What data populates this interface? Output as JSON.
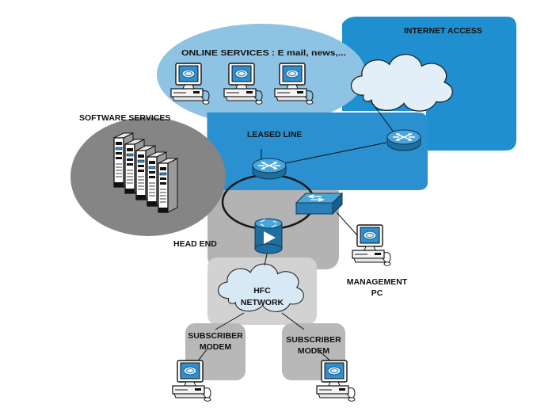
{
  "labels": {
    "internet_access": "INTERNET ACCESS",
    "online_services": "ONLINE SERVICES : E mail, news,...",
    "software_services": "SOFTWARE SERVICES",
    "leased_line": "LEASED LINE",
    "head_end": "HEAD END",
    "hfc_network_line1": "HFC",
    "hfc_network_line2": "NETWORK",
    "management_pc_line1": "MANAGEMENT",
    "management_pc_line2": "PC",
    "subscriber_modem_left_line1": "SUBSCRIBER",
    "subscriber_modem_left_line2": "MODEM",
    "subscriber_modem_right_line1": "SUBSCRIBER",
    "subscriber_modem_right_line2": "MODEM"
  },
  "colors": {
    "internet_region": "#1f8fd0",
    "online_services_region": "#8ec3e3",
    "leased_line_region": "#2a90cf",
    "head_end_region": "#b3b3b3",
    "software_services_region": "#858585",
    "hfc_region": "#d2d2d2",
    "subscriber_region": "#b8b8b8",
    "cloud_fill": "#e3eff8",
    "device_blue": "#2e7fb5"
  }
}
